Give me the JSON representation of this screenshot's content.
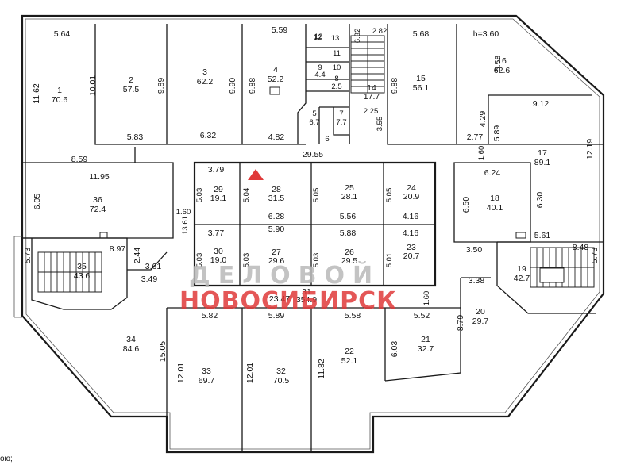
{
  "height_label": "h=3.60",
  "corner_text": "ою;",
  "watermark": {
    "line1": "ДЕЛОВОЙ",
    "line2": "НОВОСИБИРСК",
    "mark_color": "#e03a3a"
  },
  "rooms": [
    {
      "id": "room-1",
      "num": "1",
      "area": "70.6"
    },
    {
      "id": "room-2",
      "num": "2",
      "area": "57.5"
    },
    {
      "id": "room-3",
      "num": "3",
      "area": "62.2"
    },
    {
      "id": "room-4",
      "num": "4",
      "area": "52.2"
    },
    {
      "id": "room-5",
      "num": "5",
      "area": "6.7"
    },
    {
      "id": "room-6",
      "num": "6",
      "area": ""
    },
    {
      "id": "room-7",
      "num": "7",
      "area": "7.7"
    },
    {
      "id": "room-8",
      "num": "8",
      "area": "2.5"
    },
    {
      "id": "room-9",
      "num": "9",
      "area": "4.4"
    },
    {
      "id": "room-10",
      "num": "10",
      "area": ""
    },
    {
      "id": "room-11",
      "num": "11",
      "area": ""
    },
    {
      "id": "room-12",
      "num": "12",
      "area": ""
    },
    {
      "id": "room-13",
      "num": "13",
      "area": ""
    },
    {
      "id": "room-14",
      "num": "14",
      "area": "17.7"
    },
    {
      "id": "room-15",
      "num": "15",
      "area": "56.1"
    },
    {
      "id": "room-16",
      "num": "16",
      "area": "62.6"
    },
    {
      "id": "room-17",
      "num": "17",
      "area": "89.1"
    },
    {
      "id": "room-18",
      "num": "18",
      "area": "40.1"
    },
    {
      "id": "room-19",
      "num": "19",
      "area": "42.7"
    },
    {
      "id": "room-20",
      "num": "20",
      "area": "29.7"
    },
    {
      "id": "room-21",
      "num": "21",
      "area": "32.7"
    },
    {
      "id": "room-22",
      "num": "22",
      "area": "52.1"
    },
    {
      "id": "room-23",
      "num": "23",
      "area": "20.7"
    },
    {
      "id": "room-24",
      "num": "24",
      "area": "20.9"
    },
    {
      "id": "room-25",
      "num": "25",
      "area": "28.1"
    },
    {
      "id": "room-26",
      "num": "26",
      "area": "29.5"
    },
    {
      "id": "room-27",
      "num": "27",
      "area": "29.6"
    },
    {
      "id": "room-28",
      "num": "28",
      "area": "31.5"
    },
    {
      "id": "room-29",
      "num": "29",
      "area": "19.1"
    },
    {
      "id": "room-30",
      "num": "30",
      "area": "19.0"
    },
    {
      "id": "room-31",
      "num": "31",
      "area": "354.9"
    },
    {
      "id": "room-32",
      "num": "32",
      "area": "70.5"
    },
    {
      "id": "room-33",
      "num": "33",
      "area": "69.7"
    },
    {
      "id": "room-34",
      "num": "34",
      "area": "84.6"
    },
    {
      "id": "room-35",
      "num": "35",
      "area": "43.6"
    },
    {
      "id": "room-36",
      "num": "36",
      "area": "72.4"
    }
  ],
  "dimensions": [
    "5.64",
    "11.62",
    "10.01",
    "9.89",
    "9.90",
    "9.88",
    "5.59",
    "12",
    "6.32",
    "2.82",
    "5.68",
    "9.88",
    "5.58",
    "5.83",
    "6.32",
    "4.82",
    "2.25",
    "3.55",
    "29.55",
    "8.59",
    "11.95",
    "6.05",
    "3.79",
    "5.03",
    "5.04",
    "5.05",
    "5.05",
    "6.28",
    "5.56",
    "4.16",
    "4.16",
    "3.77",
    "5.90",
    "5.88",
    "13.61",
    "1.60",
    "5.03",
    "5.03",
    "5.03",
    "5.01",
    "8.97",
    "5.73",
    "2.44",
    "3.61",
    "3.49",
    "23.47",
    "1.60",
    "5.82",
    "5.89",
    "5.58",
    "5.52",
    "15.05",
    "12.01",
    "12.01",
    "11.82",
    "6.03",
    "8.79",
    "3.38",
    "9.12",
    "4.29",
    "5.89",
    "2.77",
    "1.60",
    "12.19",
    "6.24",
    "6.50",
    "6.30",
    "5.61",
    "8.48",
    "5.73",
    "3.50"
  ]
}
